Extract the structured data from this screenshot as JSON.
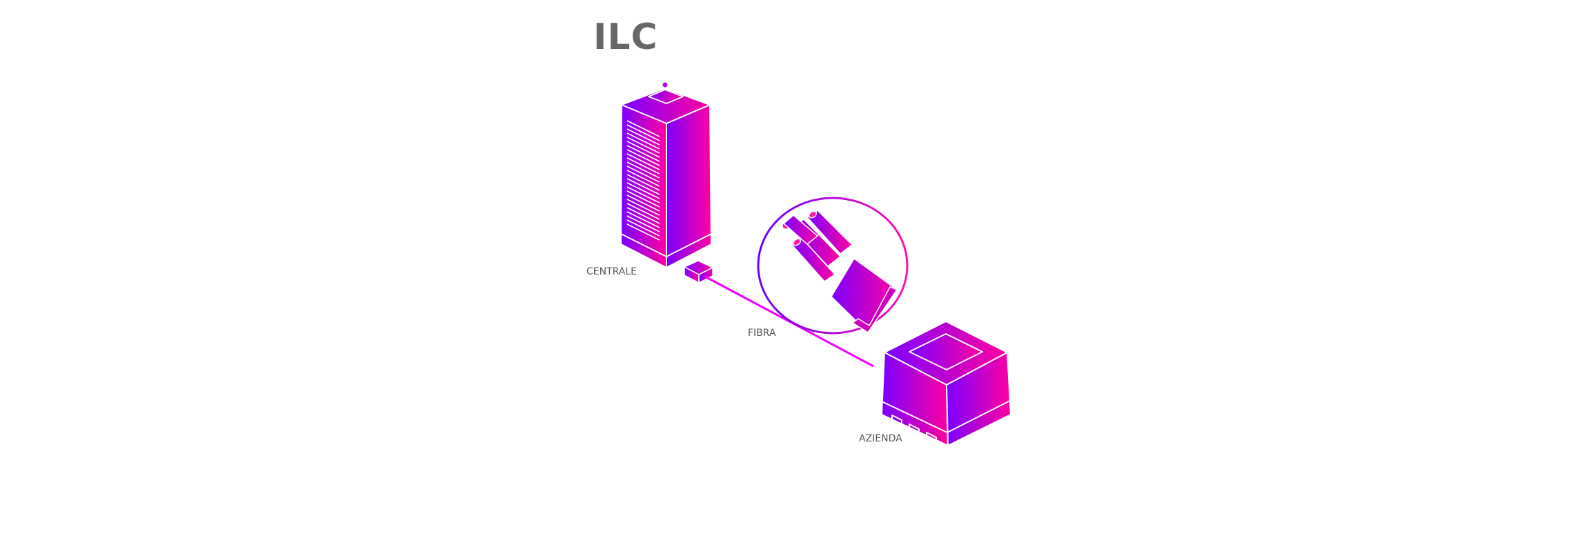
{
  "title": "ILC",
  "labels": {
    "centrale": "CENTRALE",
    "fibra": "FIBRA",
    "azienda": "AZIENDA"
  },
  "colors": {
    "gradient_start": "#7a00ff",
    "gradient_end": "#ff00a0",
    "text": "#666666"
  }
}
